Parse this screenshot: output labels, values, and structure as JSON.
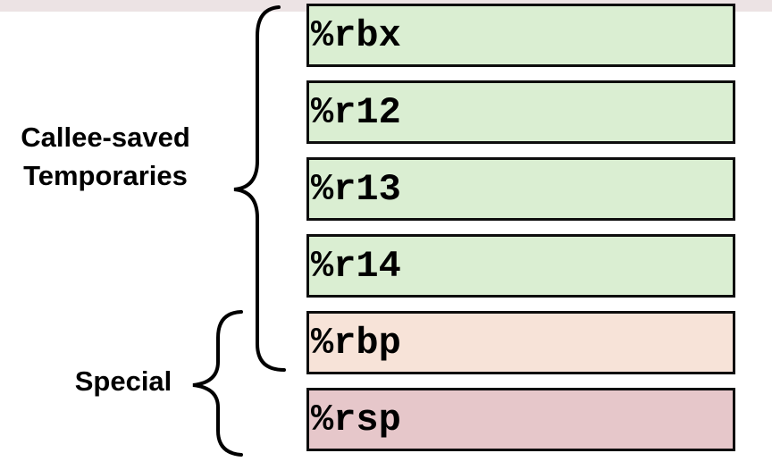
{
  "labels": {
    "callee_saved_line1": "Callee-saved",
    "callee_saved_line2": "Temporaries",
    "special": "Special"
  },
  "registers": [
    {
      "name": "%rbx",
      "color": "#daeed2"
    },
    {
      "name": "%r12",
      "color": "#daeed2"
    },
    {
      "name": "%r13",
      "color": "#daeed2"
    },
    {
      "name": "%r14",
      "color": "#daeed2"
    },
    {
      "name": "%rbp",
      "color": "#f7e3d8"
    },
    {
      "name": "%rsp",
      "color": "#e6c7ca"
    }
  ],
  "colors": {
    "callee_saved": "#daeed2",
    "frame_pointer": "#f7e3d8",
    "stack_pointer": "#e6c7ca",
    "border": "#0d0d0d",
    "header_band": "#ece3e4"
  }
}
